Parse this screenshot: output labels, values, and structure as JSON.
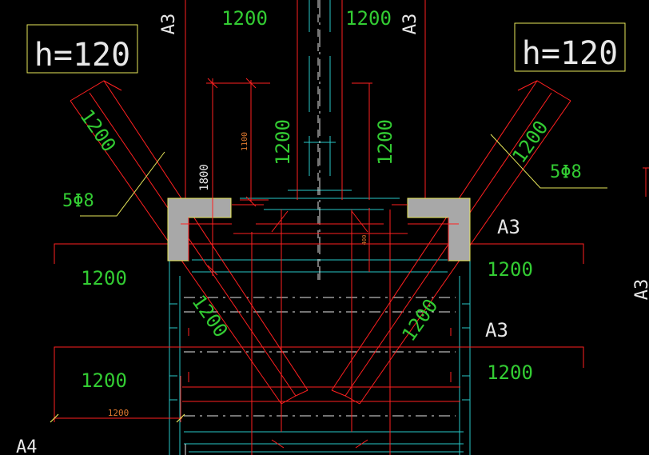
{
  "colors": {
    "background": "#000000",
    "red": "#ff2020",
    "cyan": "#28c8c8",
    "white": "#e8e8e8",
    "green": "#33cc33",
    "yellow": "#e8e85a",
    "orange": "#e07a2f",
    "gray_fill": "#a8a8a8"
  },
  "labels": {
    "thickness_left": "h=120",
    "thickness_right": "h=120",
    "rebar_left": "5Φ8",
    "rebar_right": "5Φ8",
    "dim_1200": "1200",
    "dim_1800": "1800",
    "dim_1100": "1100",
    "dim_small": "400",
    "axis_a3": "A3",
    "axis_a4": "A4"
  }
}
